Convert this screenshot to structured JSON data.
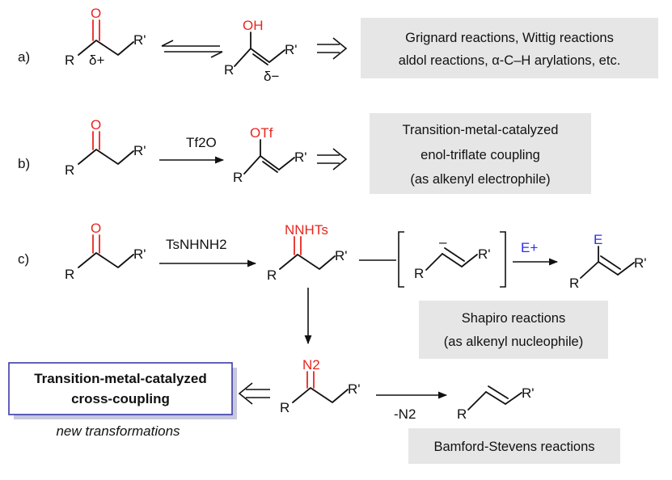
{
  "panels": {
    "a": {
      "label": "a)",
      "r": "R",
      "rp": "R'",
      "o": "O",
      "oh": "OH",
      "delta_plus": "δ+",
      "delta_minus": "δ−",
      "box_line1": "Grignard reactions, Wittig reactions",
      "box_line2": "aldol reactions, α-C–H arylations, etc."
    },
    "b": {
      "label": "b)",
      "r": "R",
      "rp": "R'",
      "o": "O",
      "otf": "OTf",
      "reagent": "Tf2O",
      "box_line1": "Transition-metal-catalyzed",
      "box_line2": "enol-triflate coupling",
      "box_line3": "(as alkenyl electrophile)"
    },
    "c": {
      "label": "c)",
      "r": "R",
      "rp": "R'",
      "o": "O",
      "reagent": "TsNHNH2",
      "nnhts": "NNHTs",
      "anion_charge": "–",
      "electrophile": "E+",
      "e": "E",
      "shapiro_line1": "Shapiro reactions",
      "shapiro_line2": "(as alkenyl nucleophile)",
      "n2": "N2",
      "minus_n2": "-N2",
      "tm_line1": "Transition-metal-catalyzed",
      "tm_line2": "cross-coupling",
      "new_transformations": "new transformations",
      "bamford": "Bamford-Stevens reactions"
    }
  },
  "colors": {
    "heteroatom": "#e8261f",
    "electrophile": "#2b2ff0",
    "box_fill": "#e6e6e6",
    "highlight_border": "#3a3aa8"
  }
}
